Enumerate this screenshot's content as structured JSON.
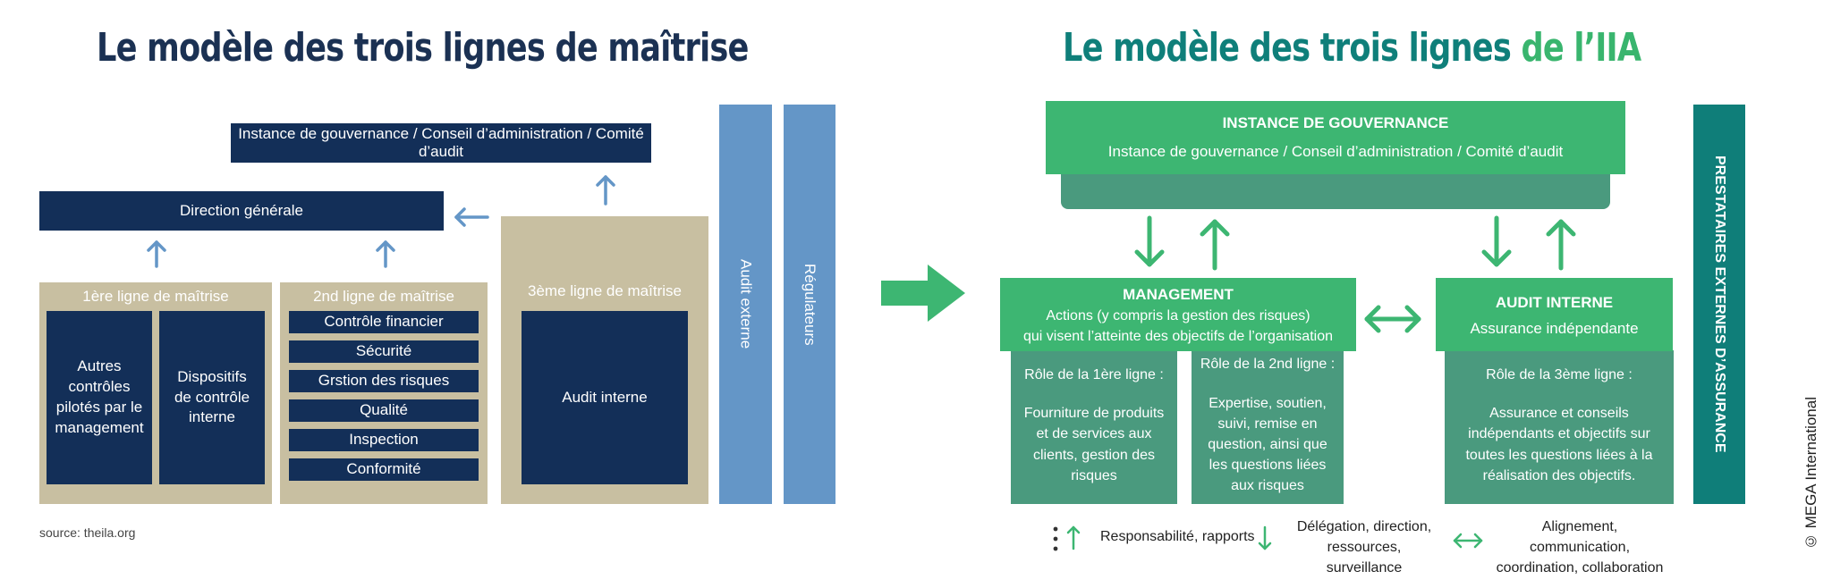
{
  "left": {
    "title": "Le modèle des trois lignes de maîtrise",
    "governance": "Instance de gouvernance / Conseil d’administration / Comité d’audit",
    "direction": "Direction générale",
    "line1": {
      "label": "1ère ligne de maîtrise",
      "box_a": "Autres contrôles pilotés par le management",
      "box_b": "Dispositifs de contrôle interne"
    },
    "line2": {
      "label": "2nd ligne de maîtrise",
      "items": [
        "Contrôle financier",
        "Sécurité",
        "Grstion des risques",
        "Qualité",
        "Inspection",
        "Conformité"
      ]
    },
    "line3": {
      "label": "3ème ligne de maîtrise",
      "box": "Audit interne"
    },
    "external_audit": "Audit externe",
    "regulators": "Régulateurs",
    "source": "source: theila.org"
  },
  "right": {
    "title_main": "Le modèle des trois lignes",
    "title_accent": "de l’IIA",
    "governance_head": "INSTANCE DE GOUVERNANCE",
    "governance_sub": "Instance de gouvernance / Conseil d’administration / Comité d’audit",
    "management_head": "MANAGEMENT",
    "management_sub1": "Actions (y compris la gestion des risques)",
    "management_sub2": "qui visent l’atteinte des objectifs de l’organisation",
    "audit_head": "AUDIT INTERNE",
    "audit_sub": "Assurance indépendante",
    "role1_title": "Rôle de la 1ère ligne :",
    "role1_text": "Fourniture de produits et de services aux clients, gestion des risques",
    "role2_title": "Rôle de la 2nd ligne :",
    "role2_text": "Expertise, soutien, suivi, remise en question, ainsi que les questions liées aux risques",
    "role3_title": "Rôle de la 3ème ligne :",
    "role3_text": "Assurance et conseils indépendants et objectifs sur toutes les questions liées à la réalisation des objectifs.",
    "external_providers": "PRESTATAIRES EXTERNES D’ASSURANCE",
    "legend": {
      "accountability": "Responsabilité, rapports",
      "delegation_1": "Délégation, direction,",
      "delegation_2": "ressources, surveillance",
      "alignment_1": "Alignement, communication,",
      "alignment_2": "coordination, collaboration"
    }
  },
  "copyright": "© MEGA International",
  "colors": {
    "navy": "#132f58",
    "tan": "#c8bfa1",
    "blue": "#6496c7",
    "green": "#3db672",
    "teal": "#4a9a7e",
    "dark_teal": "#0f7e79",
    "arrow_blue": "#6496c7",
    "arrow_green": "#3db672"
  }
}
